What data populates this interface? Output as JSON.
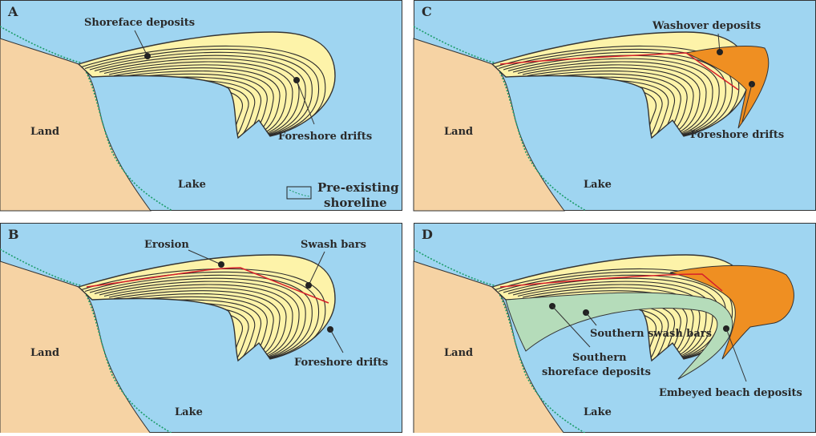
{
  "panels": {
    "a": {
      "letter": "A",
      "shoreface": "Shoreface deposits",
      "foreshore": "Foreshore drifts",
      "land": "Land",
      "lake": "Lake"
    },
    "b": {
      "letter": "B",
      "erosion": "Erosion",
      "swash": "Swash bars",
      "foreshore": "Foreshore drifts",
      "land": "Land",
      "lake": "Lake"
    },
    "c": {
      "letter": "C",
      "washover": "Washover deposits",
      "foreshore": "Foreshore drifts",
      "land": "Land",
      "lake": "Lake"
    },
    "d": {
      "letter": "D",
      "southern_swash": "Southern swash bars",
      "southern_shoreface_1": "Southern",
      "southern_shoreface_2": "shoreface deposits",
      "embeyed": "Embeyed beach deposits",
      "land": "Land",
      "lake": "Lake"
    }
  },
  "legend": {
    "line1": "Pre-existing",
    "line2": "shoreline"
  },
  "colors": {
    "lake": "#9fd5f1",
    "land": "#f6d3a4",
    "spit": "#fdf3a9",
    "washover": "#ef8f22",
    "southern": "#b5dcba",
    "erosion": "#d7202a",
    "shoreline": "#1c9c6a"
  }
}
